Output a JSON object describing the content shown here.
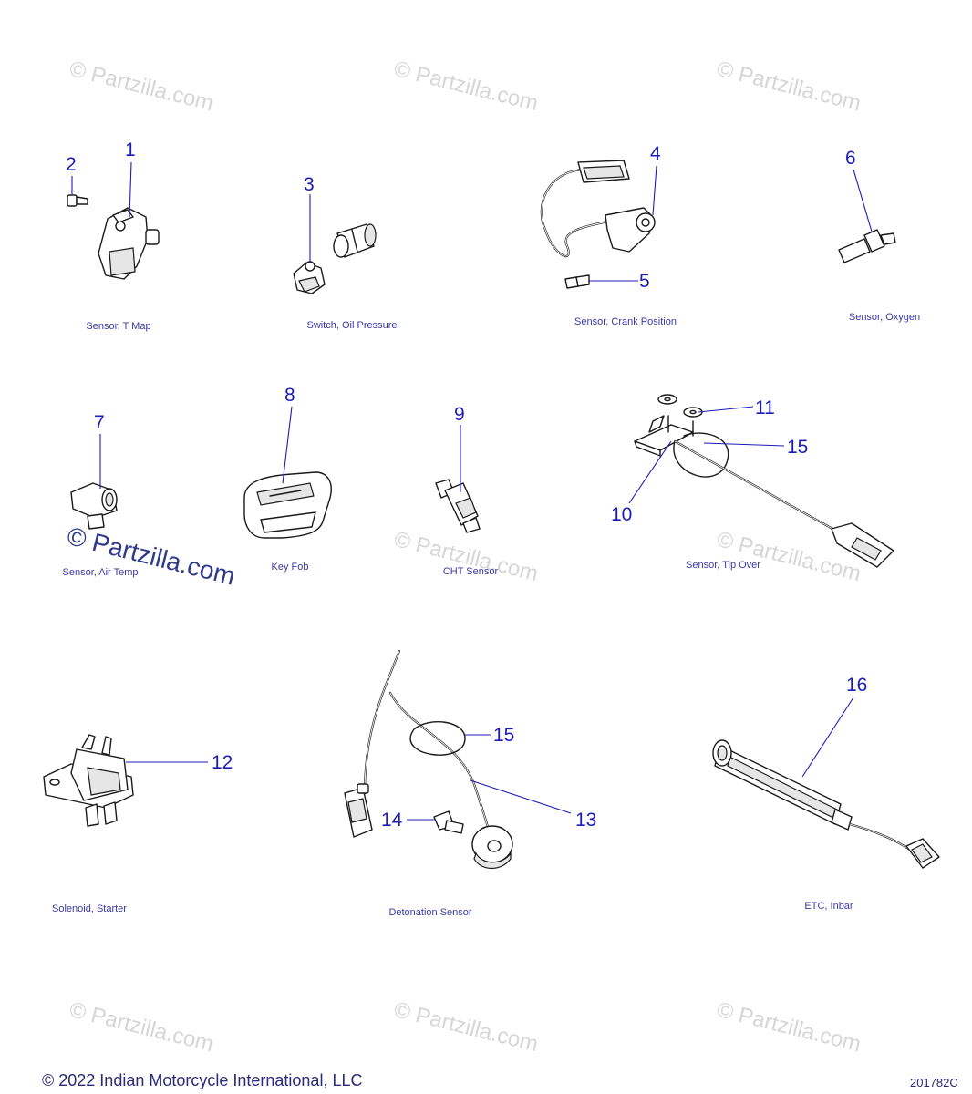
{
  "watermark_text": "© Partzilla.com",
  "callouts": {
    "c1": "1",
    "c2": "2",
    "c3": "3",
    "c4": "4",
    "c5": "5",
    "c6": "6",
    "c7": "7",
    "c8": "8",
    "c9": "9",
    "c10": "10",
    "c11": "11",
    "c15a": "15",
    "c12": "12",
    "c13": "13",
    "c14": "14",
    "c15b": "15",
    "c16": "16"
  },
  "captions": {
    "t_map": "Sensor, T Map",
    "oil_pressure": "Switch, Oil Pressure",
    "crank_position": "Sensor, Crank Position",
    "oxygen": "Sensor, Oxygen",
    "air_temp": "Sensor, Air Temp",
    "key_fob": "Key Fob",
    "cht": "CHT Sensor",
    "tip_over": "Sensor, Tip Over",
    "solenoid": "Solenoid, Starter",
    "detonation": "Detonation Sensor",
    "etc": "ETC, Inbar"
  },
  "copyright": "© 2022 Indian Motorcycle International, LLC",
  "drawing_number": "201782C",
  "colors": {
    "callout": "#1c1cb8",
    "caption": "#3a3aa8",
    "watermark": "#d6d6d6"
  }
}
